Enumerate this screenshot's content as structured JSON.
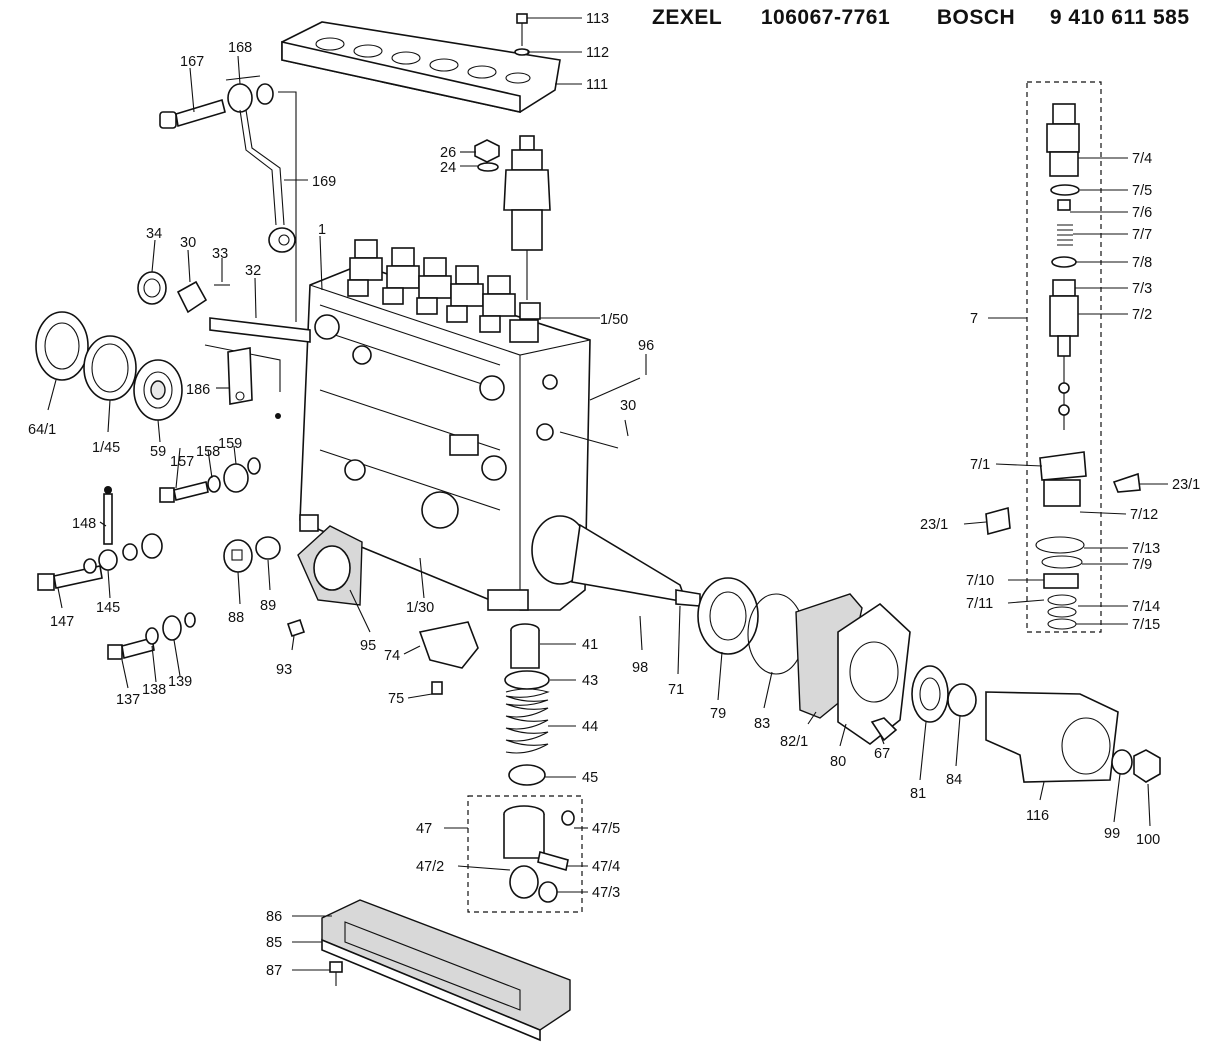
{
  "header": {
    "brand_a": "ZEXEL",
    "part_a": "106067-7761",
    "brand_b": "BOSCH",
    "part_b": "9 410 611 585"
  },
  "labels": [
    {
      "id": "113",
      "text": "113"
    },
    {
      "id": "112",
      "text": "112"
    },
    {
      "id": "111",
      "text": "111"
    },
    {
      "id": "167",
      "text": "167"
    },
    {
      "id": "168",
      "text": "168"
    },
    {
      "id": "169",
      "text": "169"
    },
    {
      "id": "26",
      "text": "26"
    },
    {
      "id": "24",
      "text": "24"
    },
    {
      "id": "1",
      "text": "1"
    },
    {
      "id": "34",
      "text": "34"
    },
    {
      "id": "30a",
      "text": "30"
    },
    {
      "id": "33",
      "text": "33"
    },
    {
      "id": "32",
      "text": "32"
    },
    {
      "id": "1_50",
      "text": "1/50"
    },
    {
      "id": "96",
      "text": "96"
    },
    {
      "id": "30b",
      "text": "30"
    },
    {
      "id": "64_1",
      "text": "64/1"
    },
    {
      "id": "1_45",
      "text": "1/45"
    },
    {
      "id": "59a",
      "text": "59"
    },
    {
      "id": "186",
      "text": "186"
    },
    {
      "id": "157",
      "text": "157"
    },
    {
      "id": "158",
      "text": "158"
    },
    {
      "id": "159",
      "text": "159"
    },
    {
      "id": "148",
      "text": "148"
    },
    {
      "id": "147",
      "text": "147"
    },
    {
      "id": "145",
      "text": "145"
    },
    {
      "id": "88",
      "text": "88"
    },
    {
      "id": "89",
      "text": "89"
    },
    {
      "id": "95",
      "text": "95"
    },
    {
      "id": "93",
      "text": "93"
    },
    {
      "id": "1_30",
      "text": "1/30"
    },
    {
      "id": "137",
      "text": "137"
    },
    {
      "id": "138",
      "text": "138"
    },
    {
      "id": "139",
      "text": "139"
    },
    {
      "id": "74",
      "text": "74"
    },
    {
      "id": "75",
      "text": "75"
    },
    {
      "id": "41",
      "text": "41"
    },
    {
      "id": "43",
      "text": "43"
    },
    {
      "id": "44",
      "text": "44"
    },
    {
      "id": "45",
      "text": "45"
    },
    {
      "id": "47",
      "text": "47"
    },
    {
      "id": "47_5",
      "text": "47/5"
    },
    {
      "id": "47_2",
      "text": "47/2"
    },
    {
      "id": "47_4",
      "text": "47/4"
    },
    {
      "id": "47_3",
      "text": "47/3"
    },
    {
      "id": "86",
      "text": "86"
    },
    {
      "id": "85",
      "text": "85"
    },
    {
      "id": "87",
      "text": "87"
    },
    {
      "id": "98",
      "text": "98"
    },
    {
      "id": "71",
      "text": "71"
    },
    {
      "id": "79",
      "text": "79"
    },
    {
      "id": "83",
      "text": "83"
    },
    {
      "id": "82_1",
      "text": "82/1"
    },
    {
      "id": "80",
      "text": "80"
    },
    {
      "id": "67",
      "text": "67"
    },
    {
      "id": "81",
      "text": "81"
    },
    {
      "id": "84",
      "text": "84"
    },
    {
      "id": "116",
      "text": "116"
    },
    {
      "id": "99",
      "text": "99"
    },
    {
      "id": "100",
      "text": "100"
    },
    {
      "id": "7_4",
      "text": "7/4"
    },
    {
      "id": "7_5",
      "text": "7/5"
    },
    {
      "id": "7_6",
      "text": "7/6"
    },
    {
      "id": "7_7",
      "text": "7/7"
    },
    {
      "id": "7_8",
      "text": "7/8"
    },
    {
      "id": "7_3",
      "text": "7/3"
    },
    {
      "id": "7",
      "text": "7"
    },
    {
      "id": "7_2",
      "text": "7/2"
    },
    {
      "id": "7_1",
      "text": "7/1"
    },
    {
      "id": "23_1a",
      "text": "23/1"
    },
    {
      "id": "23_1b",
      "text": "23/1"
    },
    {
      "id": "7_12",
      "text": "7/12"
    },
    {
      "id": "7_13",
      "text": "7/13"
    },
    {
      "id": "7_9",
      "text": "7/9"
    },
    {
      "id": "7_10",
      "text": "7/10"
    },
    {
      "id": "7_11",
      "text": "7/11"
    },
    {
      "id": "7_14",
      "text": "7/14"
    },
    {
      "id": "7_15",
      "text": "7/15"
    }
  ]
}
